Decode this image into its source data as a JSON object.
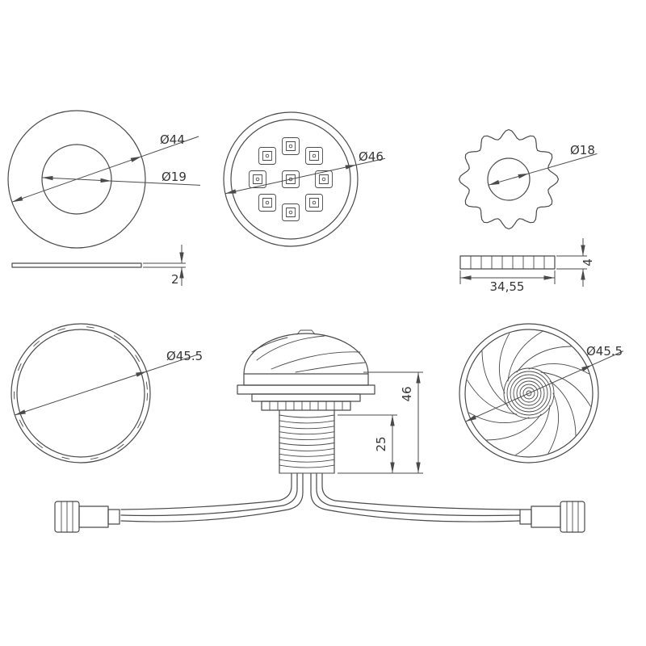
{
  "meta": {
    "background": "#ffffff",
    "line_color": "#4a4a4a",
    "text_color": "#363636"
  },
  "views": {
    "washer_front": {
      "outer_dia": "Ø44",
      "inner_dia": "Ø19"
    },
    "washer_side": {
      "thickness": "2"
    },
    "led_front": {
      "dia": "Ø46"
    },
    "nut_front": {
      "hole_dia": "Ø18"
    },
    "nut_side": {
      "width": "34,55",
      "height": "4"
    },
    "front_ring": {
      "dia": "Ø45.5"
    },
    "body_side": {
      "thread_length": "25",
      "total_height": "46"
    },
    "back_ring": {
      "dia": "Ø45.5"
    }
  }
}
